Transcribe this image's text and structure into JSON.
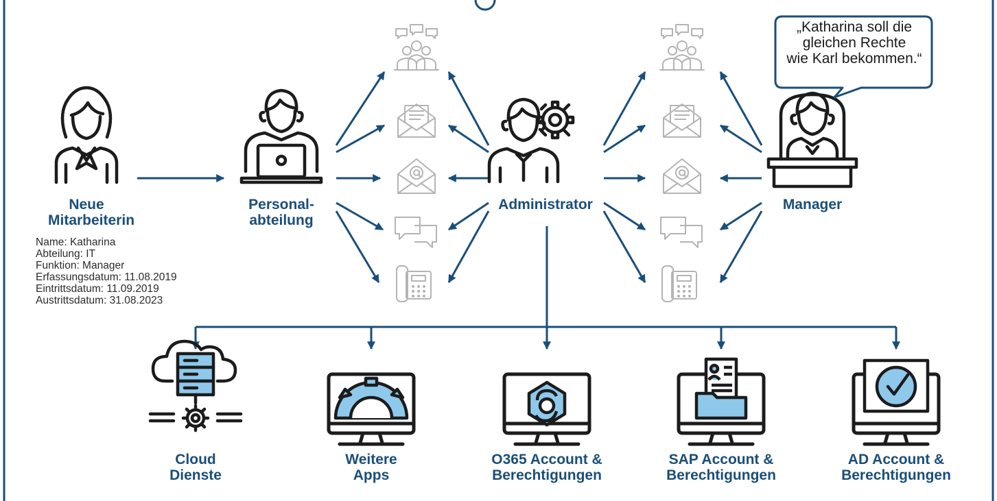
{
  "actors": {
    "new_employee": {
      "title_line1": "Neue",
      "title_line2": "Mitarbeiterin",
      "details": [
        "Name: Katharina",
        "Abteilung: IT",
        "Funktion: Manager",
        "Erfassungsdatum: 11.08.2019",
        "Eintrittsdatum: 11.09.2019",
        "Austrittsdatum: 31.08.2023"
      ]
    },
    "hr": {
      "title_line1": "Personal-",
      "title_line2": "abteilung"
    },
    "admin": {
      "title": "Administrator"
    },
    "manager": {
      "title": "Manager",
      "speech": [
        "„Katharina soll die",
        "gleichen Rechte",
        "wie Karl bekommen.“"
      ]
    }
  },
  "channel_icons": [
    "meeting-icon",
    "letter-icon",
    "email-icon",
    "chat-icon",
    "phone-icon"
  ],
  "systems": [
    {
      "line1": "Cloud",
      "line2": "Dienste",
      "icon": "cloud-server-icon"
    },
    {
      "line1": "Weitere",
      "line2": "Apps",
      "icon": "app-gear-icon"
    },
    {
      "line1": "O365 Account &",
      "line2": "Berechtigungen",
      "icon": "office365-icon"
    },
    {
      "line1": "SAP Account &",
      "line2": "Berechtigungen",
      "icon": "sap-folder-icon"
    },
    {
      "line1": "AD Account &",
      "line2": "Berechtigungen",
      "icon": "ad-check-icon"
    }
  ],
  "colors": {
    "arrow": "#1a4e7a",
    "frame": "#1a4e7a",
    "label": "#1a4e7a",
    "icon_gray": "#b4b4b4",
    "icon_dark": "#1c1c1c",
    "icon_fill": "#8ec9ec"
  }
}
